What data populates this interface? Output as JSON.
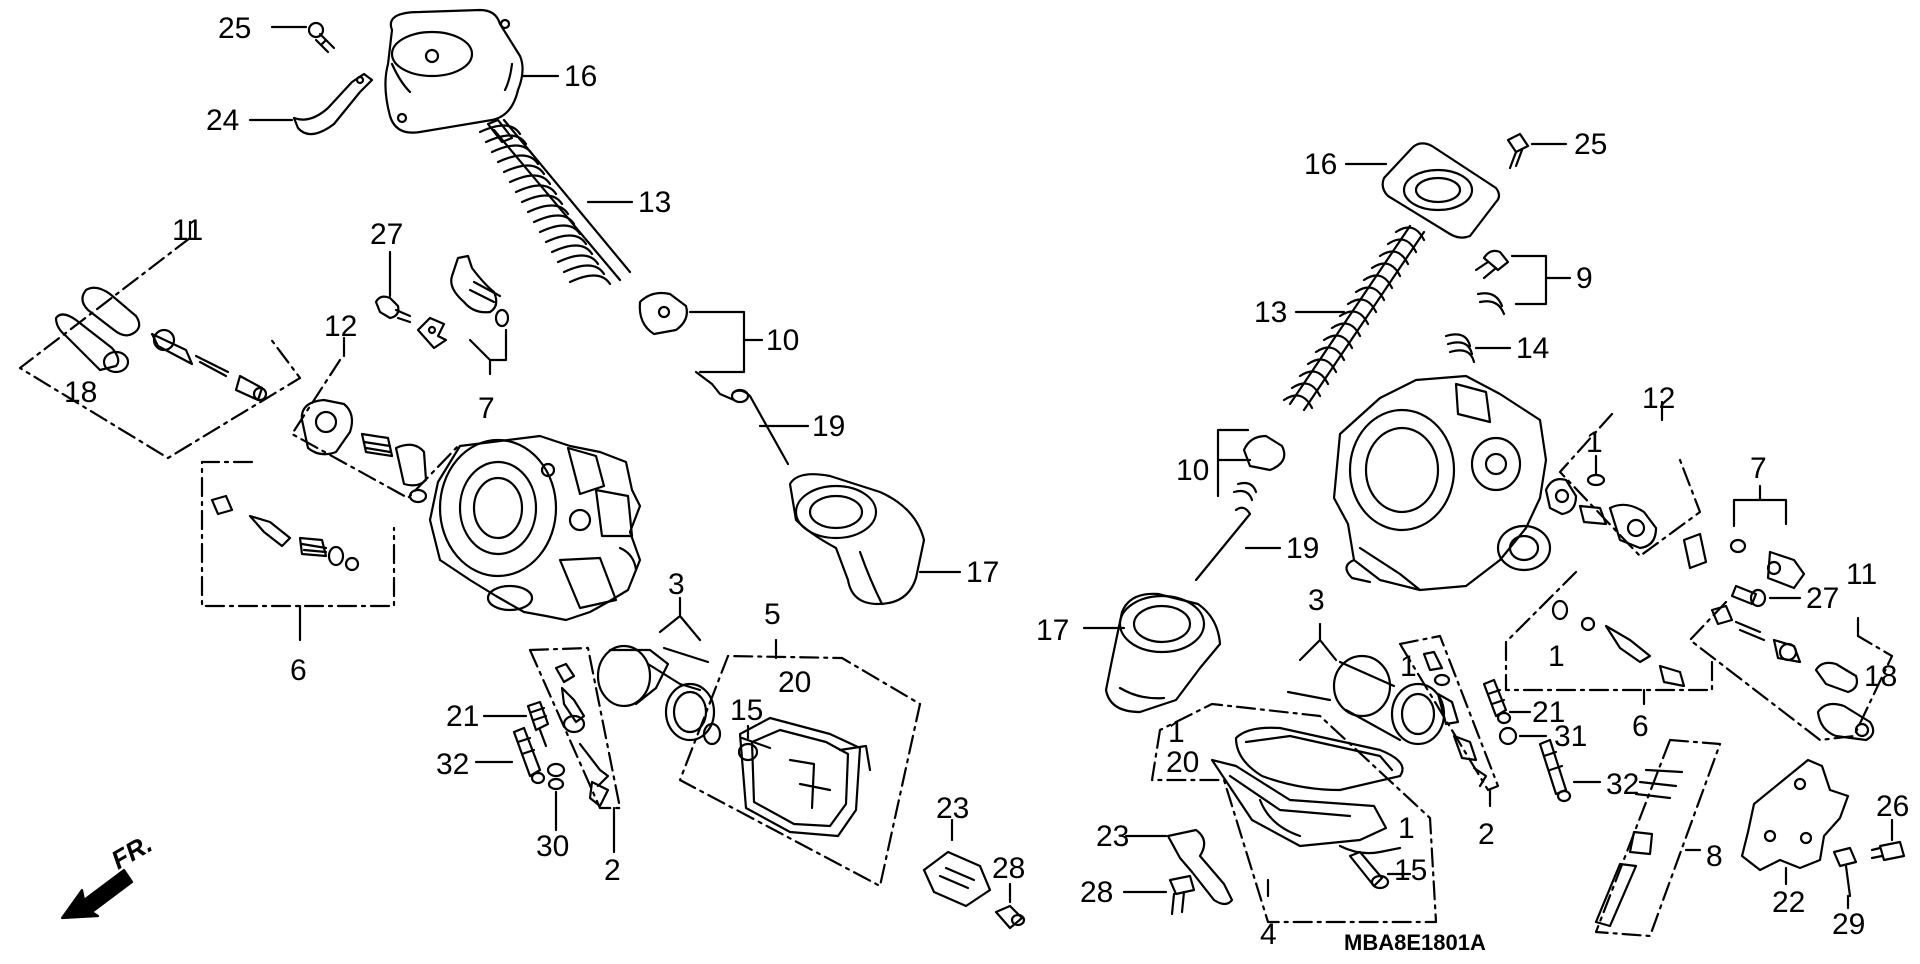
{
  "diagram": {
    "reference_code": "MBA8E1801A",
    "direction_label": "FR.",
    "colors": {
      "ink": "#000000",
      "paper": "#ffffff"
    },
    "left_assembly": {
      "callouts": [
        "25",
        "16",
        "24",
        "13",
        "11",
        "27",
        "12",
        "10",
        "18",
        "7",
        "19",
        "6",
        "17",
        "3",
        "5",
        "20",
        "21",
        "15",
        "32",
        "23",
        "28",
        "30",
        "2"
      ]
    },
    "right_assembly": {
      "callouts": [
        "25",
        "16",
        "9",
        "13",
        "14",
        "12",
        "1",
        "10",
        "7",
        "19",
        "11",
        "27",
        "3",
        "17",
        "1",
        "18",
        "1",
        "21",
        "6",
        "1",
        "31",
        "20",
        "32",
        "8",
        "26",
        "23",
        "1",
        "15",
        "22",
        "28",
        "4",
        "29",
        "2"
      ]
    }
  }
}
